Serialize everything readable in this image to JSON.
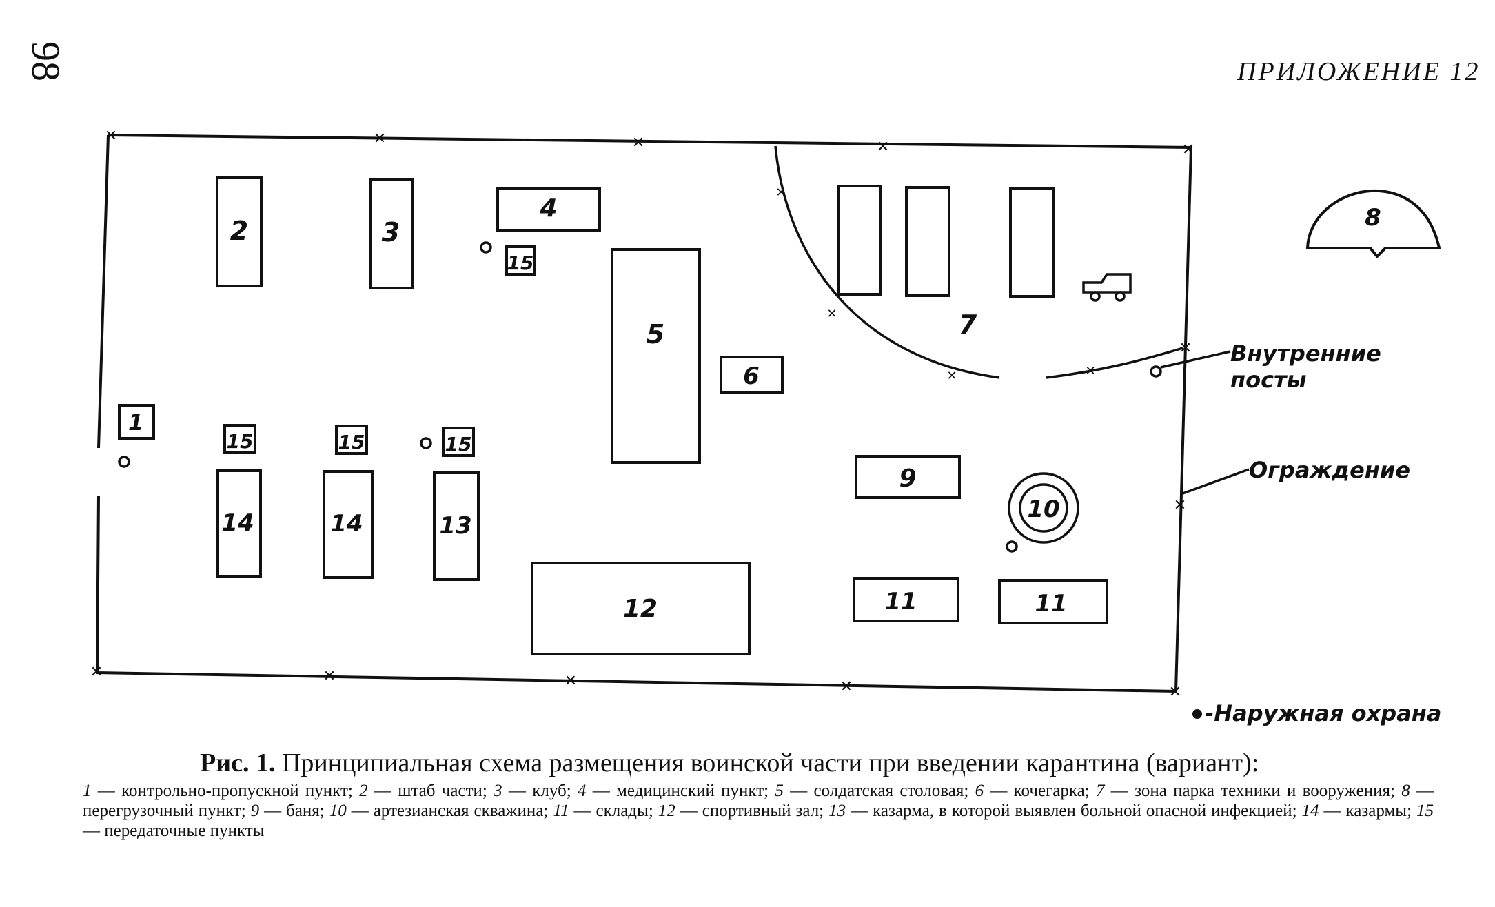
{
  "header": {
    "page_number": "98",
    "appendix": "ПРИЛОЖЕНИЕ 12"
  },
  "diagram": {
    "buildings": {
      "b1": "1",
      "b2": "2",
      "b3": "3",
      "b4": "4",
      "b5": "5",
      "b6": "6",
      "b7": "7",
      "b8": "8",
      "b9": "9",
      "b10": "10",
      "b11a": "11",
      "b11b": "11",
      "b12": "12",
      "b13": "13",
      "b14a": "14",
      "b14b": "14",
      "b15a": "15",
      "b15b": "15",
      "b15c": "15",
      "b15d": "15"
    },
    "annotations": {
      "inner_posts": [
        "Внутренние",
        "посты"
      ],
      "fence": "Ограждение",
      "outer_guard": "-Наружная охрана"
    }
  },
  "caption": {
    "title_prefix": "Рис. 1.",
    "title_text": "Принципиальная схема размещения воинской части при введении карантина (вариант):",
    "legend": [
      {
        "n": "1",
        "t": "— контрольно-пропускной пункт;"
      },
      {
        "n": "2",
        "t": "— штаб части;"
      },
      {
        "n": "3",
        "t": "— клуб;"
      },
      {
        "n": "4",
        "t": "— медицинский пункт;"
      },
      {
        "n": "5",
        "t": "— солдатская столовая;"
      },
      {
        "n": "6",
        "t": "— кочегарка;"
      },
      {
        "n": "7",
        "t": "— зона парка техники и вооружения;"
      },
      {
        "n": "8",
        "t": "— перегрузочный пункт;"
      },
      {
        "n": "9",
        "t": "— баня;"
      },
      {
        "n": "10",
        "t": "— артезианская скважина;"
      },
      {
        "n": "11",
        "t": "— склады;"
      },
      {
        "n": "12",
        "t": "— спортивный зал;"
      },
      {
        "n": "13",
        "t": "— казарма, в которой выявлен больной опасной инфекцией;"
      },
      {
        "n": "14",
        "t": "— казармы;"
      },
      {
        "n": "15",
        "t": "— передаточные пункты"
      }
    ]
  }
}
